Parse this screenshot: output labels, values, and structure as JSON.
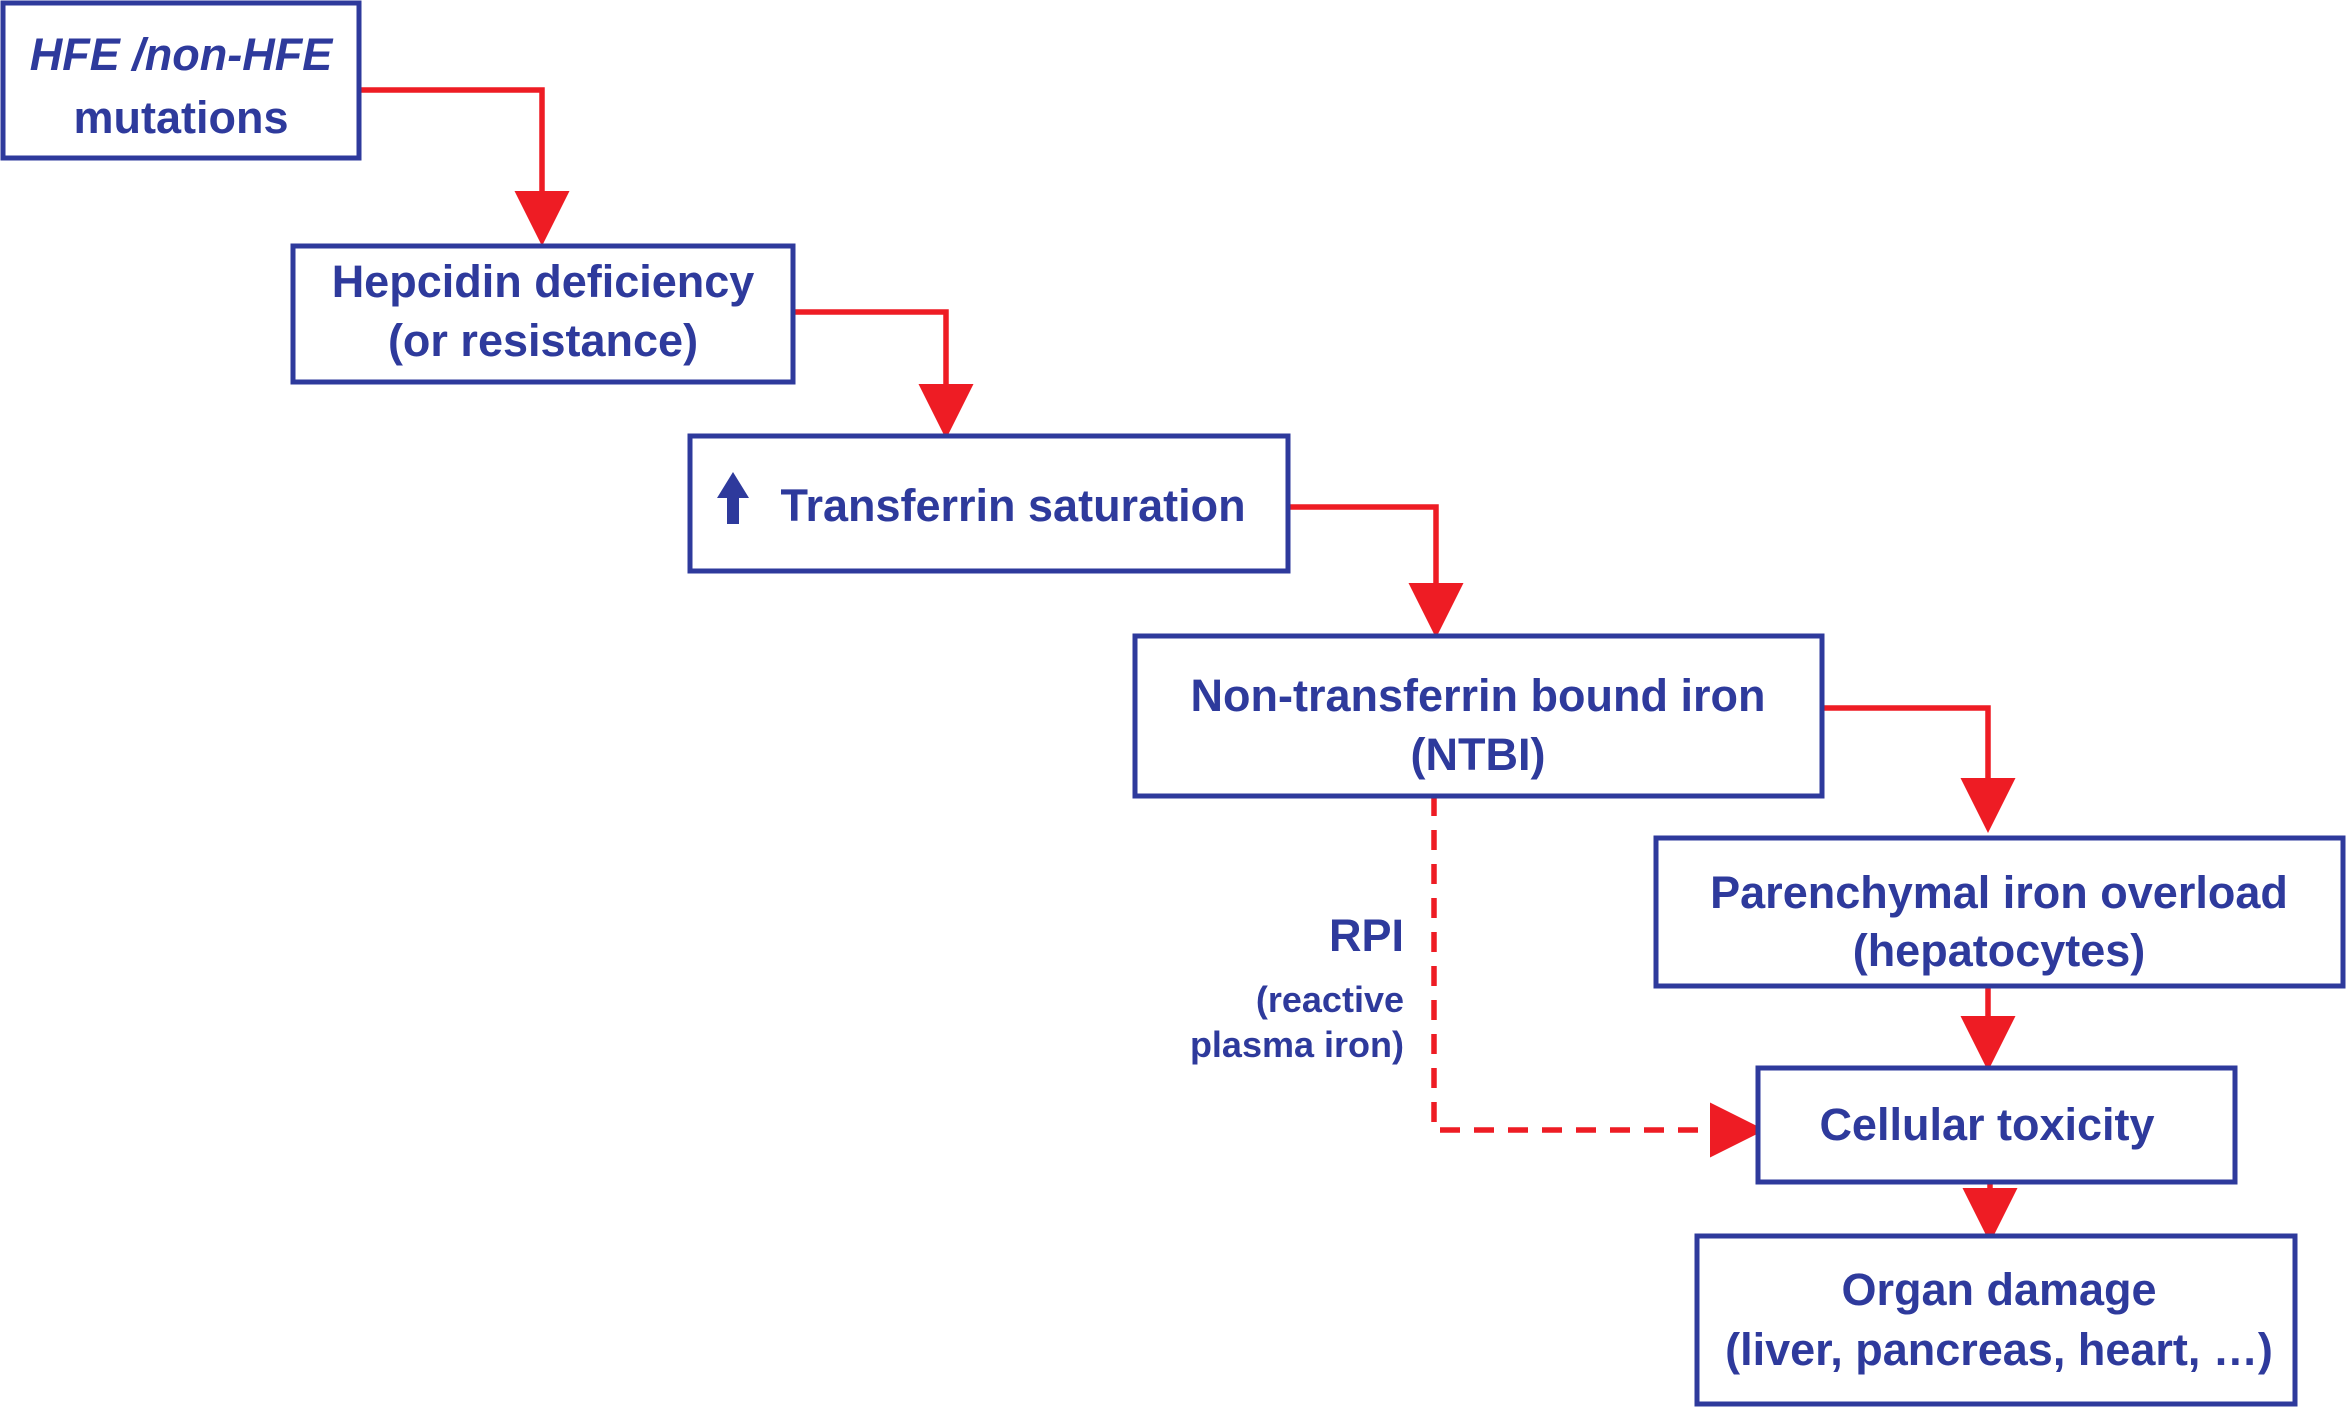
{
  "colors": {
    "box_border": "#2e3a9c",
    "text": "#2e3a9c",
    "arrow": "#ee1c24"
  },
  "nodes": {
    "mutations": {
      "line1": "HFE /non-HFE",
      "line2": "mutations"
    },
    "hepcidin": {
      "line1": "Hepcidin deficiency",
      "line2": "(or resistance)"
    },
    "transferrin": {
      "icon": "up-arrow-icon",
      "label": "Transferrin saturation"
    },
    "ntbi": {
      "line1": "Non-transferrin bound iron",
      "line2": "(NTBI)"
    },
    "parenchymal": {
      "line1": "Parenchymal iron overload",
      "line2": "(hepatocytes)"
    },
    "toxicity": {
      "label": "Cellular toxicity"
    },
    "organ": {
      "line1": "Organ damage",
      "line2": "(liver, pancreas, heart, …)"
    }
  },
  "rpi": {
    "title": "RPI",
    "line1": "(reactive",
    "line2": "plasma iron)"
  }
}
